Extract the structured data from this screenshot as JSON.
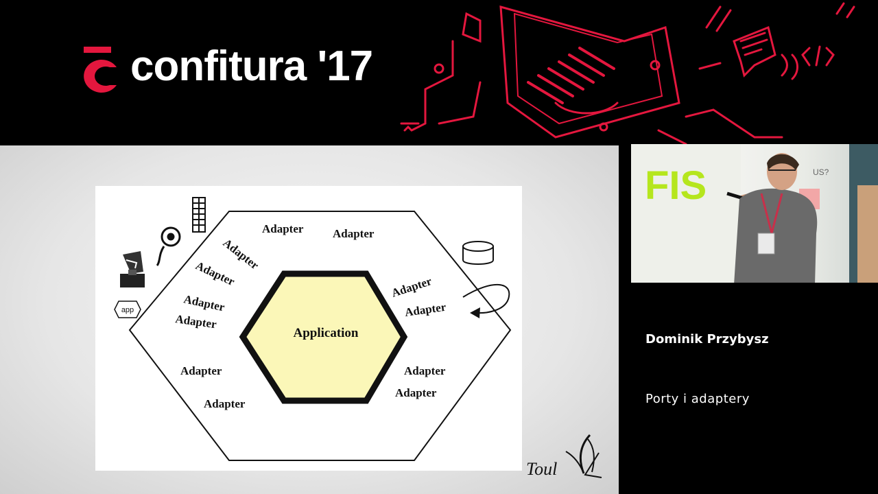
{
  "header": {
    "brand": "confitura '17",
    "accent_color": "#e4173e"
  },
  "slide": {
    "center_label": "Application",
    "adapters": [
      "Adapter",
      "Adapter",
      "Adapter",
      "Adapter",
      "Adapter",
      "Adapter",
      "Adapter",
      "Adapter",
      "Adapter",
      "Adapter",
      "Adapter",
      "Adapter"
    ],
    "app_badge": "app",
    "credit_logo": "Toul"
  },
  "camera": {
    "banner_text": "FIS",
    "sign_text": "US?"
  },
  "info": {
    "speaker": "Dominik Przybysz",
    "talk_title": "Porty i adaptery"
  },
  "icons": [
    "logo-mark-icon",
    "database-icon",
    "person-icon",
    "server-icon",
    "satellite-dish-icon",
    "loop-arrow-icon",
    "laptop-circuit-icon"
  ]
}
